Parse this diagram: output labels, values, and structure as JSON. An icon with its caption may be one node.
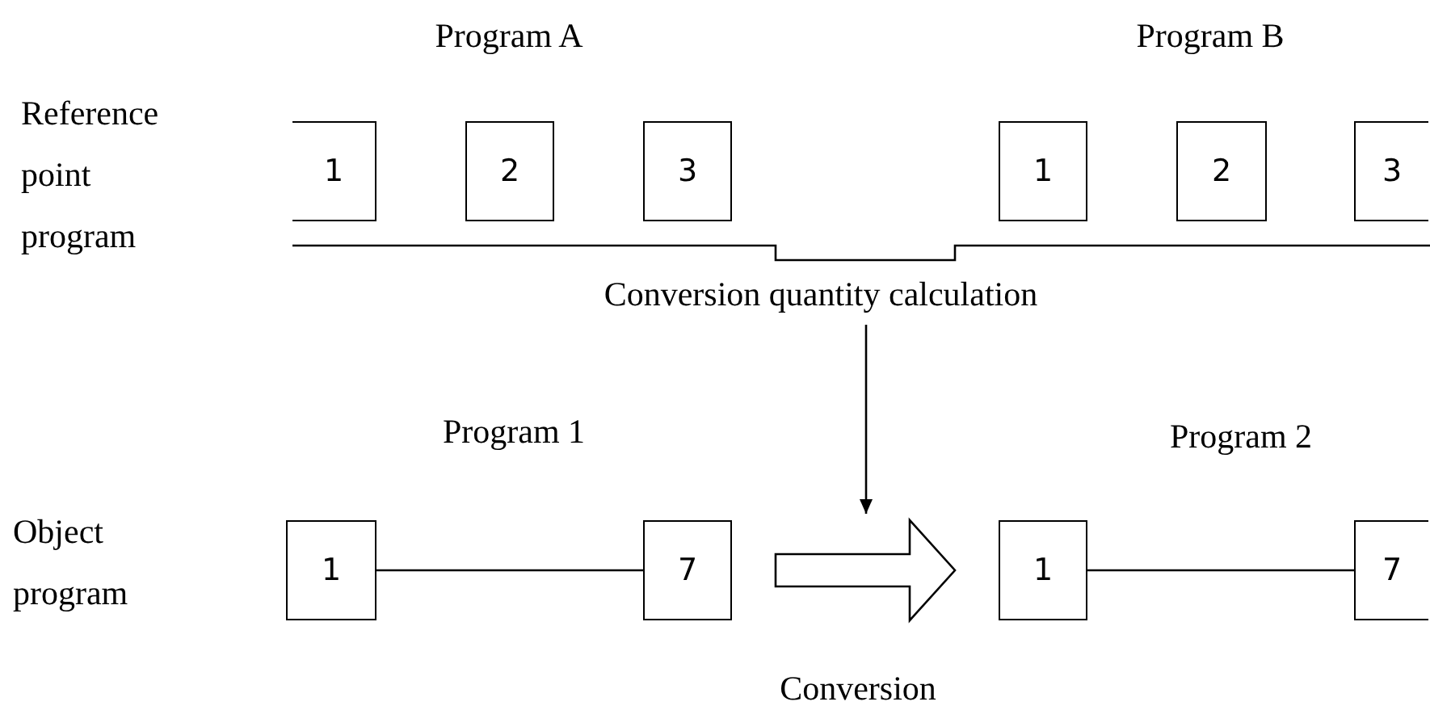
{
  "diagram": {
    "nodes": [
      {
        "text": [
          "1"
        ]
      },
      {
        "text": [
          "2"
        ]
      },
      {
        "text": [
          "3"
        ]
      },
      {
        "text": [
          "1"
        ]
      },
      {
        "text": [
          "2"
        ]
      },
      {
        "text": [
          "3"
        ]
      },
      {
        "text": [
          "Conversion quantity calculation"
        ]
      },
      {
        "text": [
          "1"
        ]
      },
      {
        "text": [
          "7"
        ]
      },
      {
        "text": [
          "1"
        ]
      },
      {
        "text": [
          "7"
        ]
      }
    ],
    "edges": [
      {
        "from": 6,
        "to": null,
        "arrow": "to"
      },
      {
        "from": 7,
        "to": 8,
        "arrow": "none"
      },
      {
        "from": 8,
        "to": 9,
        "arrow": "to",
        "style": "thick",
        "label": "Conversion"
      },
      {
        "from": 9,
        "to": 10,
        "arrow": "none"
      }
    ],
    "labels": [
      "Program A",
      "Program B",
      "Reference point program",
      "Program 1",
      "Program 2",
      "Object program"
    ]
  }
}
